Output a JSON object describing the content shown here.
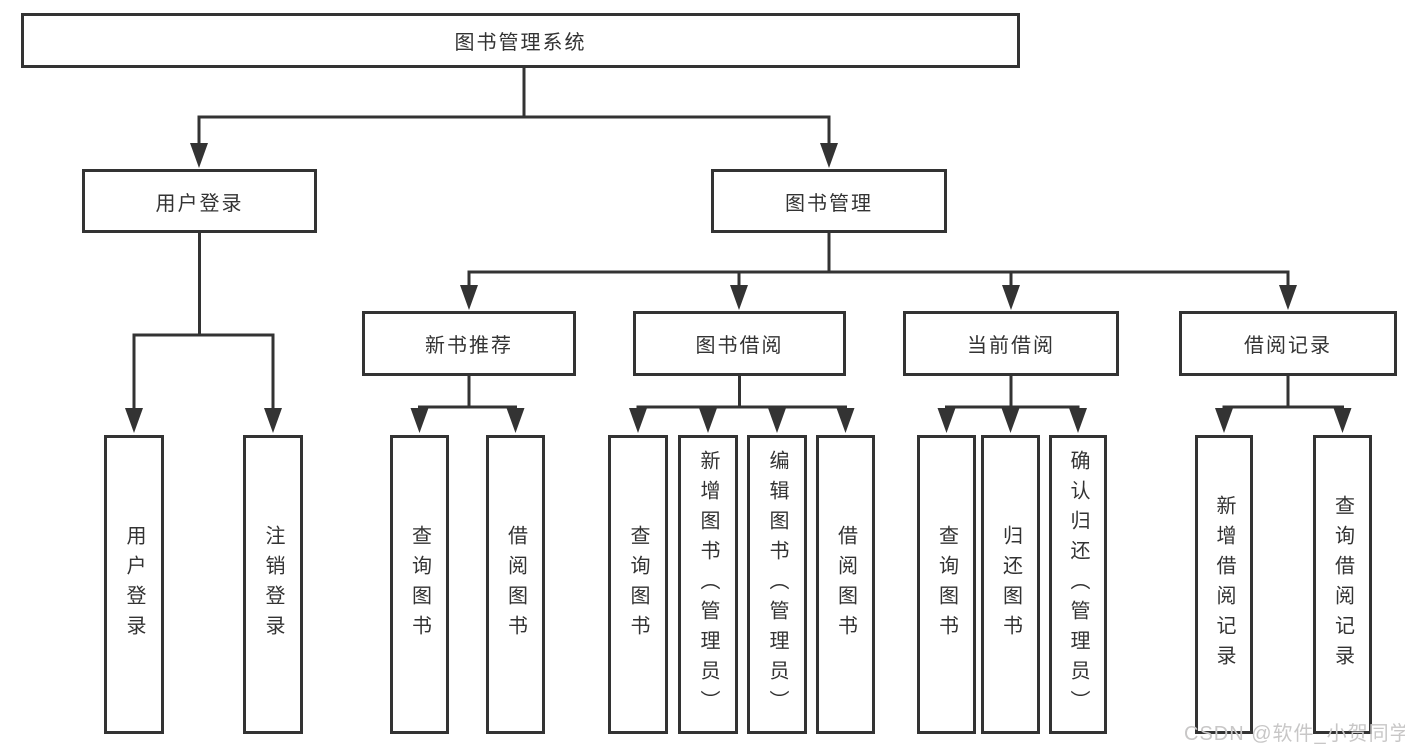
{
  "colors": {
    "line": "#333333",
    "text": "#333333",
    "watermark": "#c8c7c7",
    "bg": "#ffffff"
  },
  "watermark": {
    "text": "CSDN @软件_小贺同学"
  },
  "tree": {
    "label": "图书管理系统",
    "children": [
      {
        "label": "用户登录",
        "children": [
          {
            "label": "用户登录"
          },
          {
            "label": "注销登录"
          }
        ]
      },
      {
        "label": "图书管理",
        "children": [
          {
            "label": "新书推荐",
            "children": [
              {
                "label": "查询图书"
              },
              {
                "label": "借阅图书"
              }
            ]
          },
          {
            "label": "图书借阅",
            "children": [
              {
                "label": "查询图书"
              },
              {
                "label": "新增图书（管理员）"
              },
              {
                "label": "编辑图书（管理员）"
              },
              {
                "label": "借阅图书"
              }
            ]
          },
          {
            "label": "当前借阅",
            "children": [
              {
                "label": "查询图书"
              },
              {
                "label": "归还图书"
              },
              {
                "label": "确认归还（管理员）"
              }
            ]
          },
          {
            "label": "借阅记录",
            "children": [
              {
                "label": "新增借阅记录"
              },
              {
                "label": "查询借阅记录"
              }
            ]
          }
        ]
      }
    ]
  }
}
